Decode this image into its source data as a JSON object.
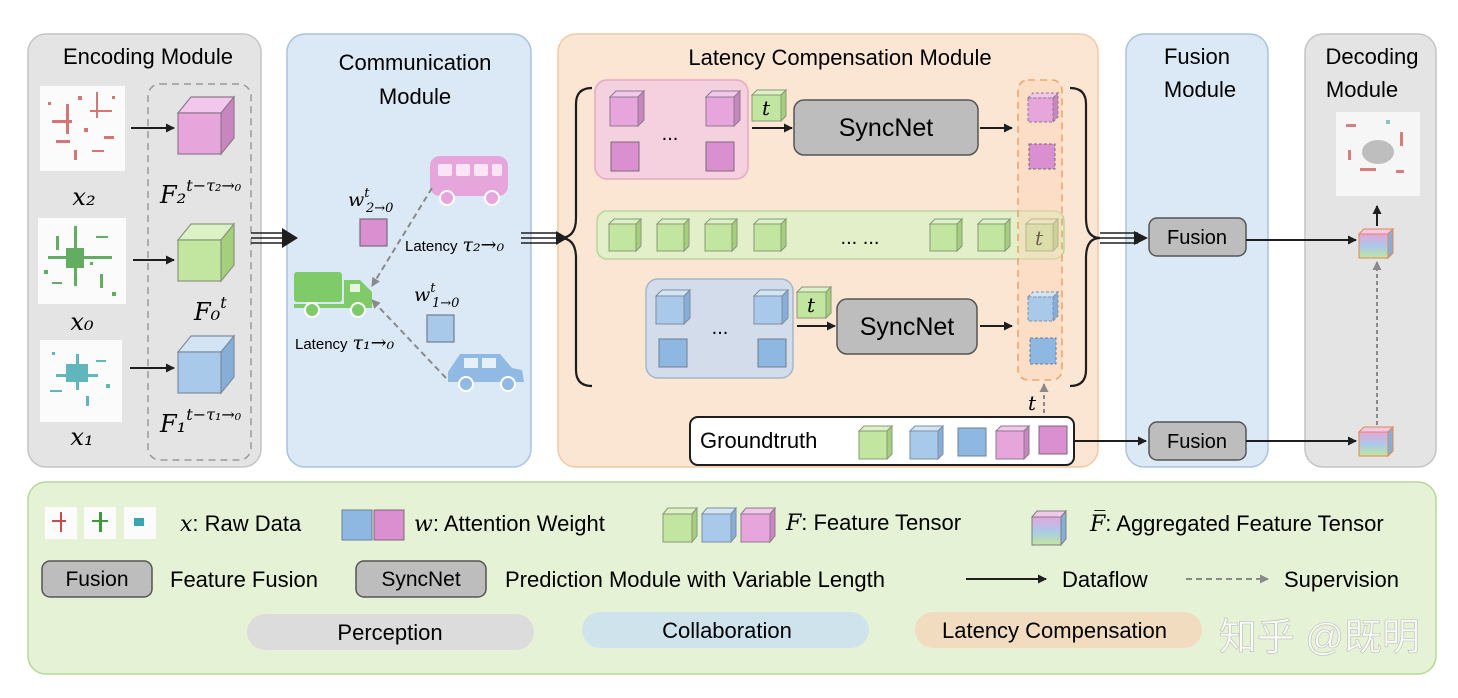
{
  "modules": {
    "encoding": "Encoding Module",
    "communication_l1": "Communication",
    "communication_l2": "Module",
    "latency": "Latency Compensation Module",
    "fusion_l1": "Fusion",
    "fusion_l2": "Module",
    "decoding_l1": "Decoding",
    "decoding_l2": "Module"
  },
  "encoding": {
    "x2": "x₂",
    "x0": "x₀",
    "x1": "x₁",
    "F2": "F₂",
    "F2_sup": "t−τ₂→₀",
    "F0": "F₀",
    "F0_sup": "t",
    "F1": "F₁",
    "F1_sup": "t−τ₁→₀"
  },
  "communication": {
    "w2": "w",
    "w2_sup": "t",
    "w2_sub": "2→0",
    "w1": "w",
    "w1_sup": "t",
    "w1_sub": "1→0",
    "latency2_word": "Latency",
    "latency2_tau": "τ₂→₀",
    "latency1_word": "Latency",
    "latency1_tau": "τ₁→₀"
  },
  "latency_module": {
    "syncnet_top": "SyncNet",
    "syncnet_bottom": "SyncNet",
    "t_top": "t",
    "t_bottom": "t",
    "t_mid": "t",
    "t_supervision": "t",
    "dots_top": "...",
    "dots_bottom": "...",
    "dots_mid": "... ...",
    "groundtruth": "Groundtruth"
  },
  "fusion": {
    "top": "Fusion",
    "bottom": "Fusion"
  },
  "legend": {
    "raw_data_var": "x",
    "raw_data_text": ": Raw Data",
    "attention_var": "w",
    "attention_text": ": Attention Weight",
    "feature_var": "F",
    "feature_text": ": Feature Tensor",
    "aggregated_var": "F̅",
    "aggregated_text": ": Aggregated Feature Tensor",
    "fusion_box": "Fusion",
    "fusion_text": "Feature Fusion",
    "syncnet_box": "SyncNet",
    "syncnet_text": "Prediction Module with Variable Length",
    "dataflow_text": "Dataflow",
    "supervision_text": "Supervision",
    "perception": "Perception",
    "collaboration": "Collaboration",
    "latency_comp": "Latency Compensation"
  },
  "watermark": "知乎 @既明",
  "colors": {
    "pink": "#e6a6dc",
    "green": "#c2e6a0",
    "blue": "#a9c9ea",
    "perception_bg": "#e4e4e4",
    "collab_bg": "#dbe8f5",
    "latency_bg": "#fbe6d3",
    "legend_bg": "#e6f2d6"
  }
}
